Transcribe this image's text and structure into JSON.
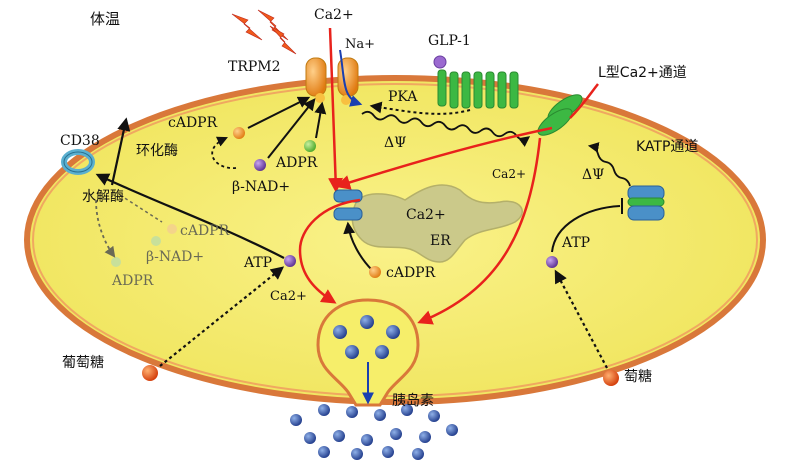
{
  "labels": {
    "body_temp": "体温",
    "ca_top": "Ca2+",
    "na": "Na+",
    "glp1": "GLP-1",
    "trpm2": "TRPM2",
    "l_channel": "L型Ca2+通道",
    "pka": "PKA",
    "cadpr_top": "cADPR",
    "cd38": "CD38",
    "cyclase": "环化酶",
    "adpr_mid": "ADPR",
    "b_nad_mid": "β-NAD+",
    "delta_psi_1": "ΔΨ",
    "delta_psi_2": "ΔΨ",
    "katp": "KATP通道",
    "ca_mid": "Ca2+",
    "hydrolase": "水解酶",
    "ca_er": "Ca2+",
    "er": "ER",
    "cadpr_faded": "cADPR",
    "b_nad_faded": "β-NAD+",
    "adpr_faded": "ADPR",
    "atp_left": "ATP",
    "atp_right": "ATP",
    "ca_low": "Ca2+",
    "cadpr_er": "cADPR",
    "glucose_left": "葡萄糖",
    "glucose_right": "萄糖",
    "insulin": "胰岛素"
  },
  "colors": {
    "cell_fill": "#f6ee6a",
    "cell_border": "#d9783a",
    "er_fill": "#cbc98a",
    "arrow_red": "#e8221c",
    "arrow_black": "#111111",
    "vesicle": "#2f4f9e",
    "channel_blue": "#4a90c8",
    "channel_green": "#3cb843",
    "trpm2_orange": "#f4b43a",
    "glucose": "#e24a10",
    "atp": "#6a3fa0"
  },
  "icons": [
    "heat-lightning-icon",
    "trpm2-channel-icon",
    "glp1-receptor-icon",
    "l-type-channel-icon",
    "katp-channel-icon",
    "cd38-ring-icon",
    "ryanodine-channel-icon"
  ]
}
